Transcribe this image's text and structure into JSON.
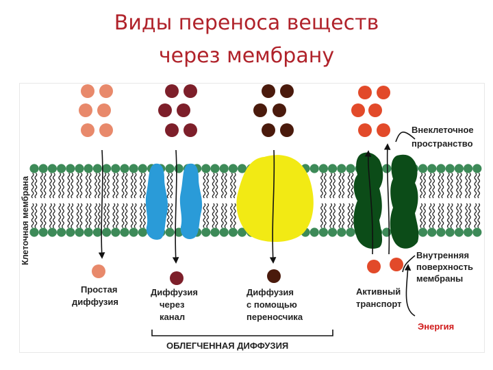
{
  "title": {
    "line1": "Виды переноса веществ",
    "line2": "через мембрану"
  },
  "labels": {
    "membrane_side": "Клеточная мембрана",
    "outside_line1": "Внеклеточное",
    "outside_line2": "пространство",
    "inside_line1": "Внутренняя",
    "inside_line2": "поверхность",
    "inside_line3": "мембраны",
    "energy": "Энергия",
    "simple_line1": "Простая",
    "simple_line2": "диффузия",
    "channel_line1": "Диффузия",
    "channel_line2": "через",
    "channel_line3": "канал",
    "carrier_line1": "Диффузия",
    "carrier_line2": "с помощью",
    "carrier_line3": "переносчика",
    "active_line1": "Активный",
    "active_line2": "транспорт",
    "facilitated": "ОБЛЕГЧЕННАЯ ДИФФУЗИЯ"
  },
  "colors": {
    "title": "#b0222a",
    "membrane_heads": "#3d8a58",
    "tails": "#222222",
    "particle_simple": "#e8896b",
    "particle_channel": "#7d1f2a",
    "particle_carrier": "#4a1a0c",
    "particle_active": "#e24a2a",
    "channel_protein": "#2a9bd8",
    "carrier_protein": "#f2ea14",
    "pump_protein": "#0c4c18",
    "energy": "#d01a1a"
  }
}
